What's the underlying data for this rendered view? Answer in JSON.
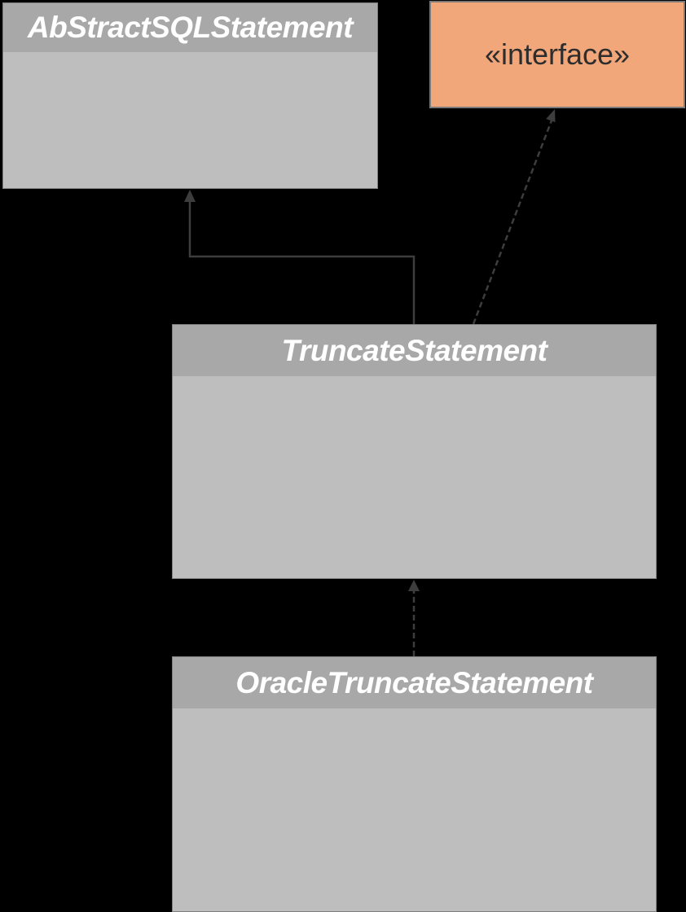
{
  "diagram": {
    "type": "uml-class-diagram",
    "background_color": "#000000",
    "colors": {
      "node_header": "#A8A8A8",
      "node_body": "#BEBEBE",
      "node_border": "#7e7e7e",
      "node_title_text": "#FFFFFF",
      "interface_fill": "#F2A77A",
      "interface_border": "#7a7a7a",
      "interface_text": "#2d2d2d",
      "connector": "#3d3d3d"
    },
    "nodes": [
      {
        "id": "abstract_sql_statement",
        "title": "AbStractSQLStatement",
        "kind": "abstract class"
      },
      {
        "id": "interface",
        "title": "«interface»",
        "kind": "interface"
      },
      {
        "id": "truncate_statement",
        "title": "TruncateStatement",
        "kind": "class"
      },
      {
        "id": "oracle_truncate_statement",
        "title": "OracleTruncateStatement",
        "kind": "class"
      }
    ],
    "connectors": {
      "color": "#3d3d3d",
      "items": [
        {
          "from": "TruncateStatement",
          "to": "AbStractSQLStatement",
          "type": "generalization",
          "line_style": "solid"
        },
        {
          "from": "TruncateStatement",
          "to": "«interface»",
          "type": "realization",
          "line_style": "dashed"
        },
        {
          "from": "OracleTruncateStatement",
          "to": "TruncateStatement",
          "type": "realization",
          "line_style": "dashed"
        }
      ]
    }
  }
}
